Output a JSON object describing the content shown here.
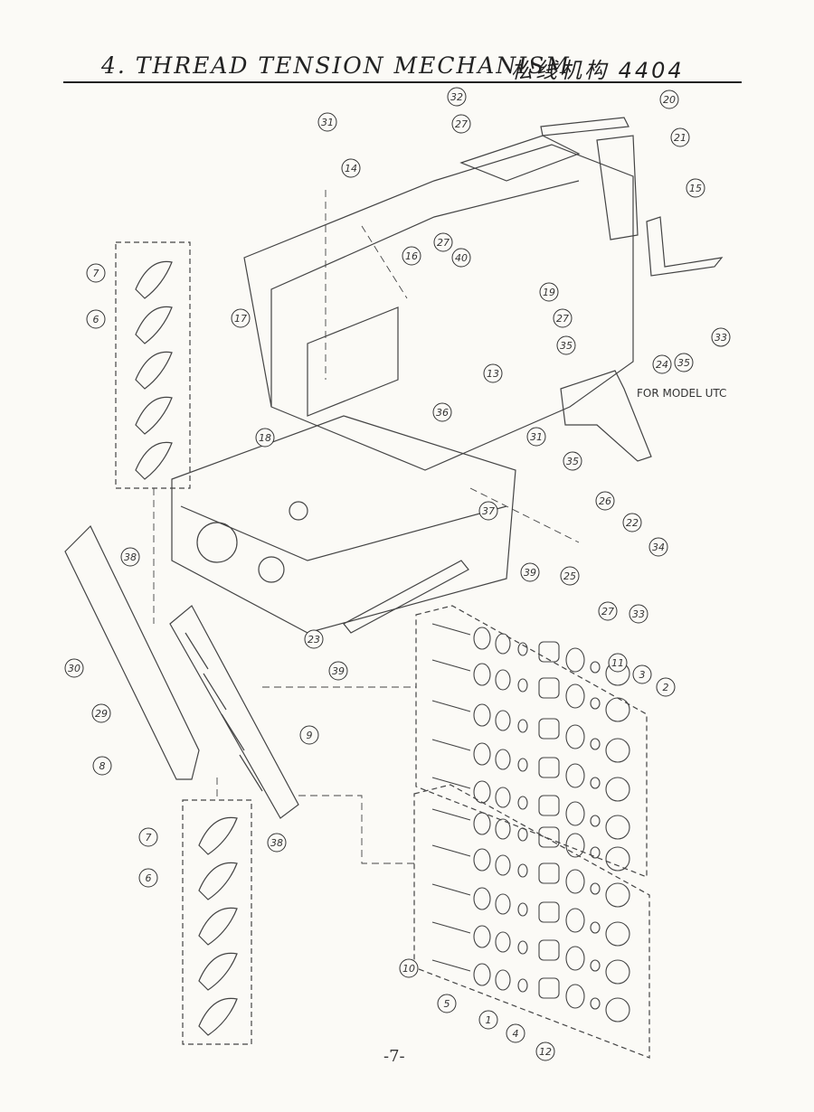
{
  "header": {
    "title": "4. THREAD TENSION MECHANISM",
    "title_cn": "松线机构 4404"
  },
  "note": "FOR MODEL UTC",
  "page_number": "-7-",
  "colors": {
    "ink": "#333333",
    "paper": "#fbfaf6"
  },
  "callouts": [
    {
      "label": "32"
    },
    {
      "label": "27"
    },
    {
      "label": "20"
    },
    {
      "label": "21"
    },
    {
      "label": "31"
    },
    {
      "label": "14"
    },
    {
      "label": "15"
    },
    {
      "label": "16"
    },
    {
      "label": "27"
    },
    {
      "label": "40"
    },
    {
      "label": "19"
    },
    {
      "label": "7"
    },
    {
      "label": "6"
    },
    {
      "label": "17"
    },
    {
      "label": "27"
    },
    {
      "label": "35"
    },
    {
      "label": "33"
    },
    {
      "label": "13"
    },
    {
      "label": "24"
    },
    {
      "label": "35"
    },
    {
      "label": "36"
    },
    {
      "label": "31"
    },
    {
      "label": "18"
    },
    {
      "label": "35"
    },
    {
      "label": "37"
    },
    {
      "label": "26"
    },
    {
      "label": "22"
    },
    {
      "label": "34"
    },
    {
      "label": "38"
    },
    {
      "label": "39"
    },
    {
      "label": "25"
    },
    {
      "label": "27"
    },
    {
      "label": "33"
    },
    {
      "label": "23"
    },
    {
      "label": "30"
    },
    {
      "label": "39"
    },
    {
      "label": "11"
    },
    {
      "label": "3"
    },
    {
      "label": "2"
    },
    {
      "label": "29"
    },
    {
      "label": "9"
    },
    {
      "label": "8"
    },
    {
      "label": "7"
    },
    {
      "label": "38"
    },
    {
      "label": "6"
    },
    {
      "label": "10"
    },
    {
      "label": "5"
    },
    {
      "label": "1"
    },
    {
      "label": "4"
    },
    {
      "label": "12"
    }
  ]
}
